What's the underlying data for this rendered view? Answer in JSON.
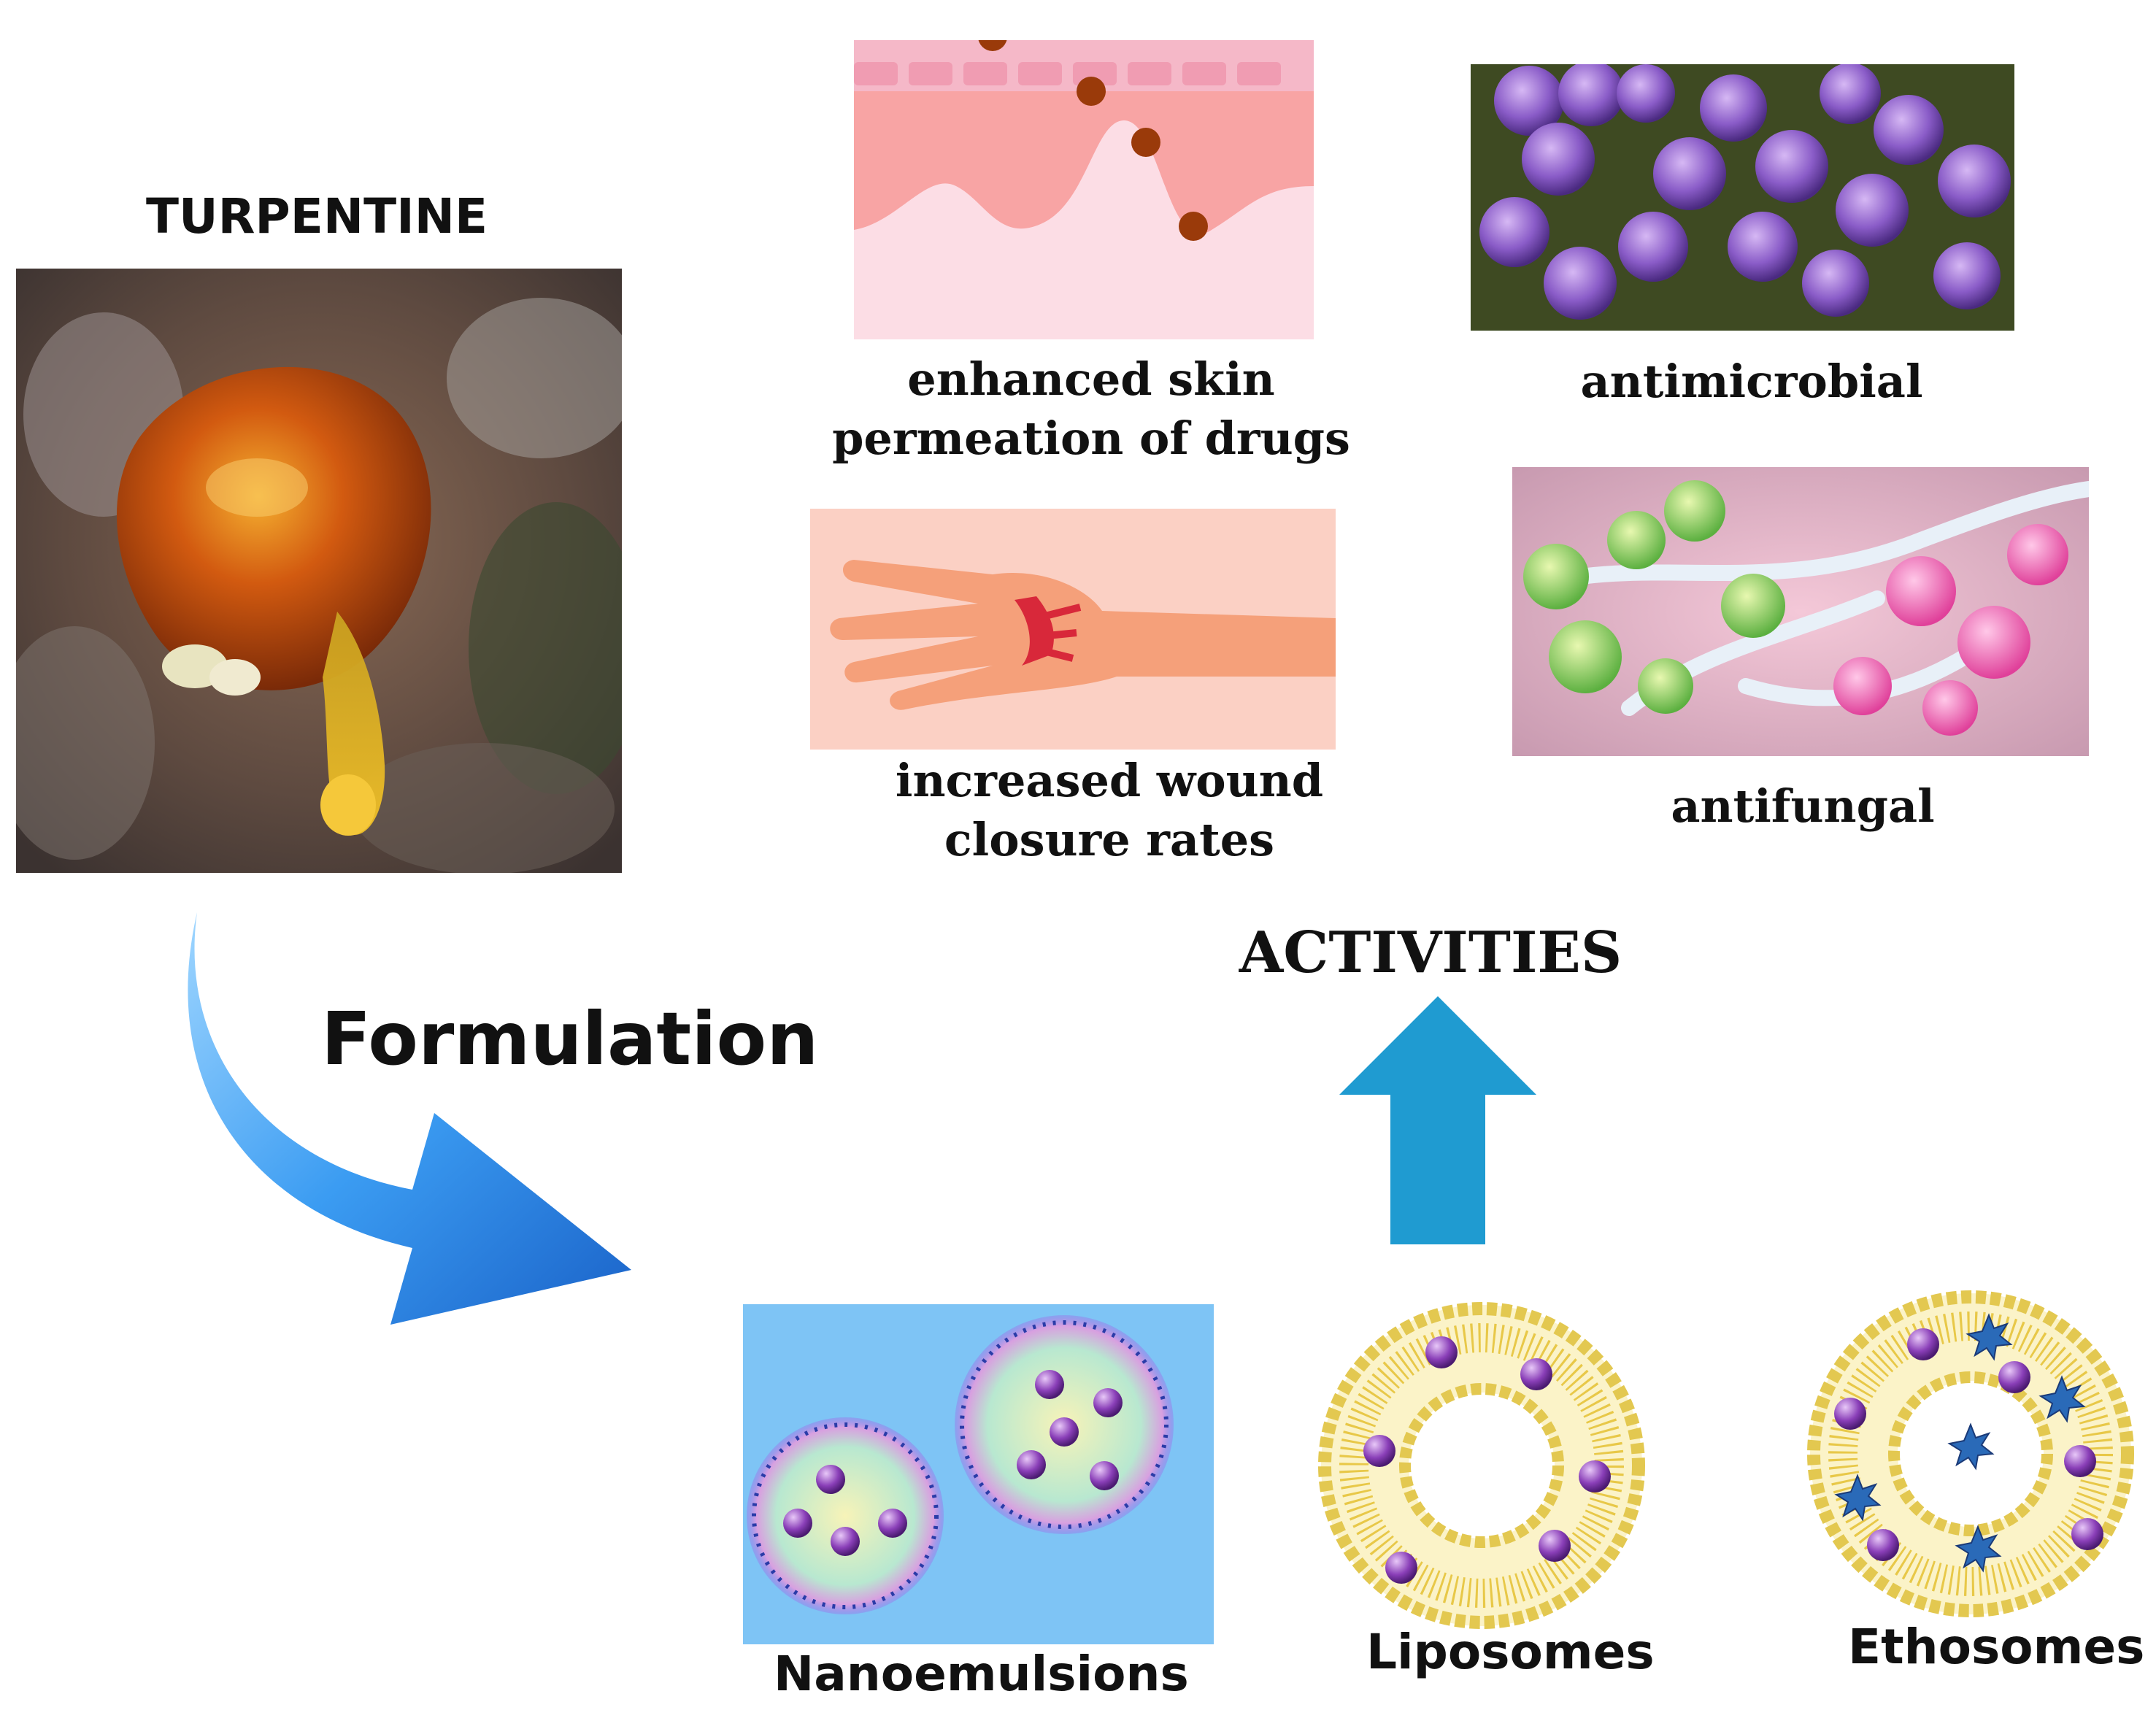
{
  "source": {
    "title": "TURPENTINE"
  },
  "process": {
    "label": "Formulation"
  },
  "activities": {
    "heading": "ACTIVITIES",
    "items": [
      {
        "label_line1": "enhanced skin",
        "label_line2": "permeation of drugs"
      },
      {
        "label": "antimicrobial"
      },
      {
        "label_line1": "increased wound",
        "label_line2": "closure rates"
      },
      {
        "label": "antifungal"
      }
    ]
  },
  "formulations": [
    {
      "label": "Nanoemulsions"
    },
    {
      "label": "Liposomes"
    },
    {
      "label": "Ethosomes"
    }
  ],
  "colors": {
    "arrow_blue": "#1f9bd1",
    "curved_arrow": "#2f8ff0",
    "particle_purple": "#8a3fb8",
    "lipid_yellow": "#f5e07a",
    "nano_background": "#7ec4f5",
    "skin_pink": "#f6a5a5",
    "hand_orange": "#f5a07a",
    "bacteria_violet": "#8a5cc8"
  }
}
